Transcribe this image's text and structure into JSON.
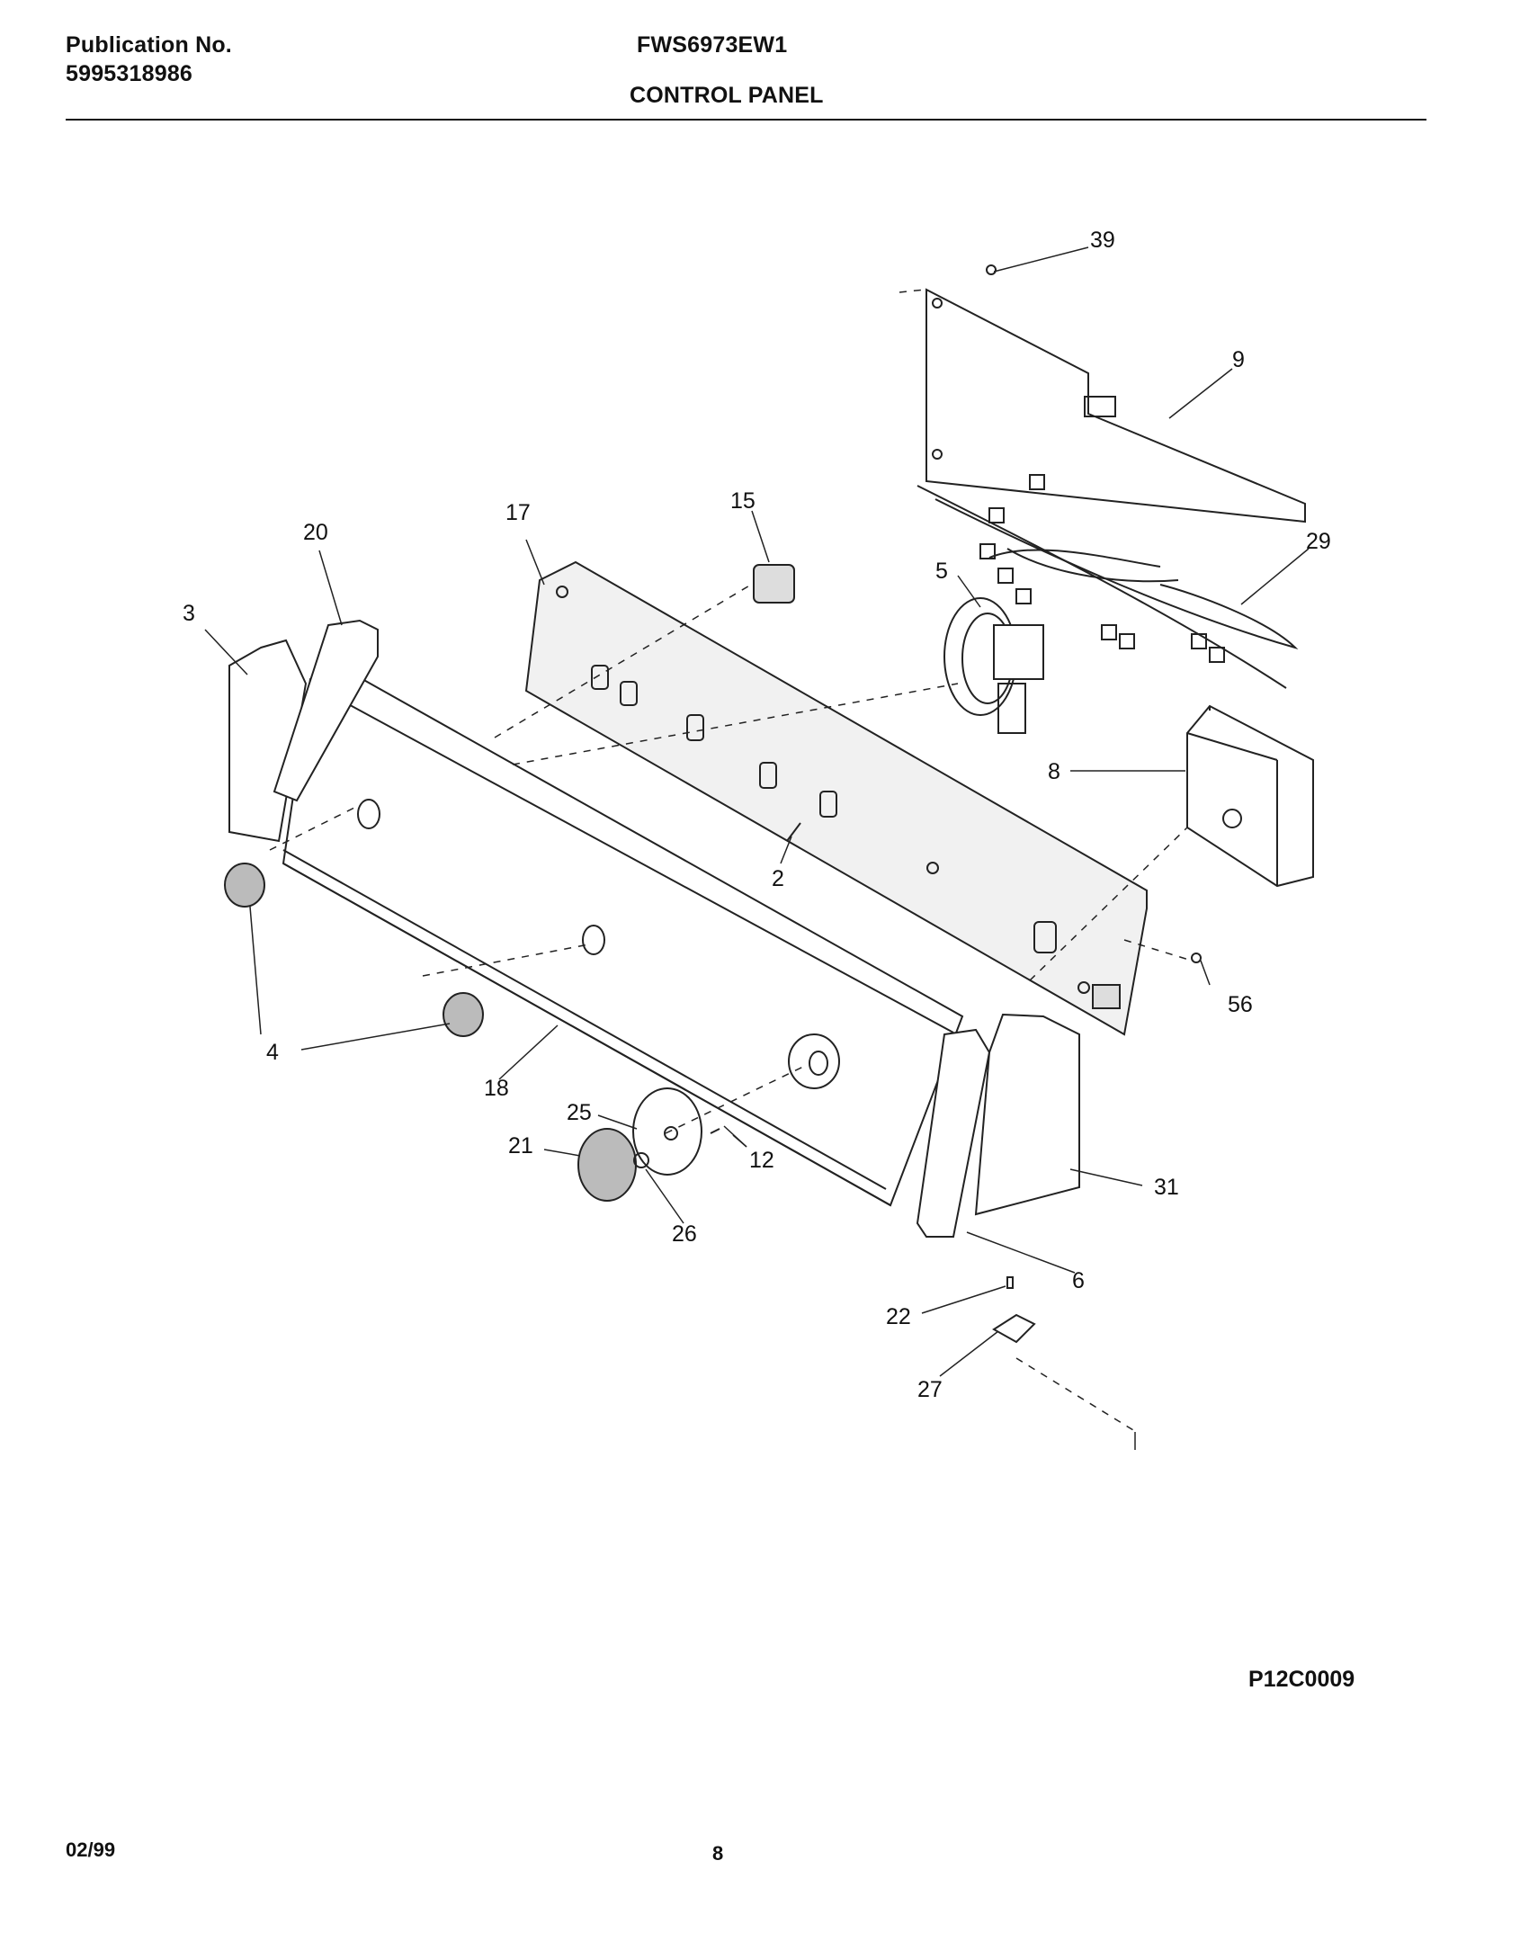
{
  "header": {
    "publication_label": "Publication No.",
    "publication_number": "5995318986",
    "model": "FWS6973EW1",
    "section_title": "CONTROL PANEL"
  },
  "diagram": {
    "callouts": [
      "39",
      "9",
      "29",
      "15",
      "17",
      "20",
      "3",
      "5",
      "8",
      "2",
      "4",
      "18",
      "56",
      "25",
      "21",
      "12",
      "26",
      "31",
      "6",
      "22",
      "27"
    ],
    "reference_code": "P12C0009"
  },
  "footer": {
    "date": "02/99",
    "page_number": "8"
  }
}
